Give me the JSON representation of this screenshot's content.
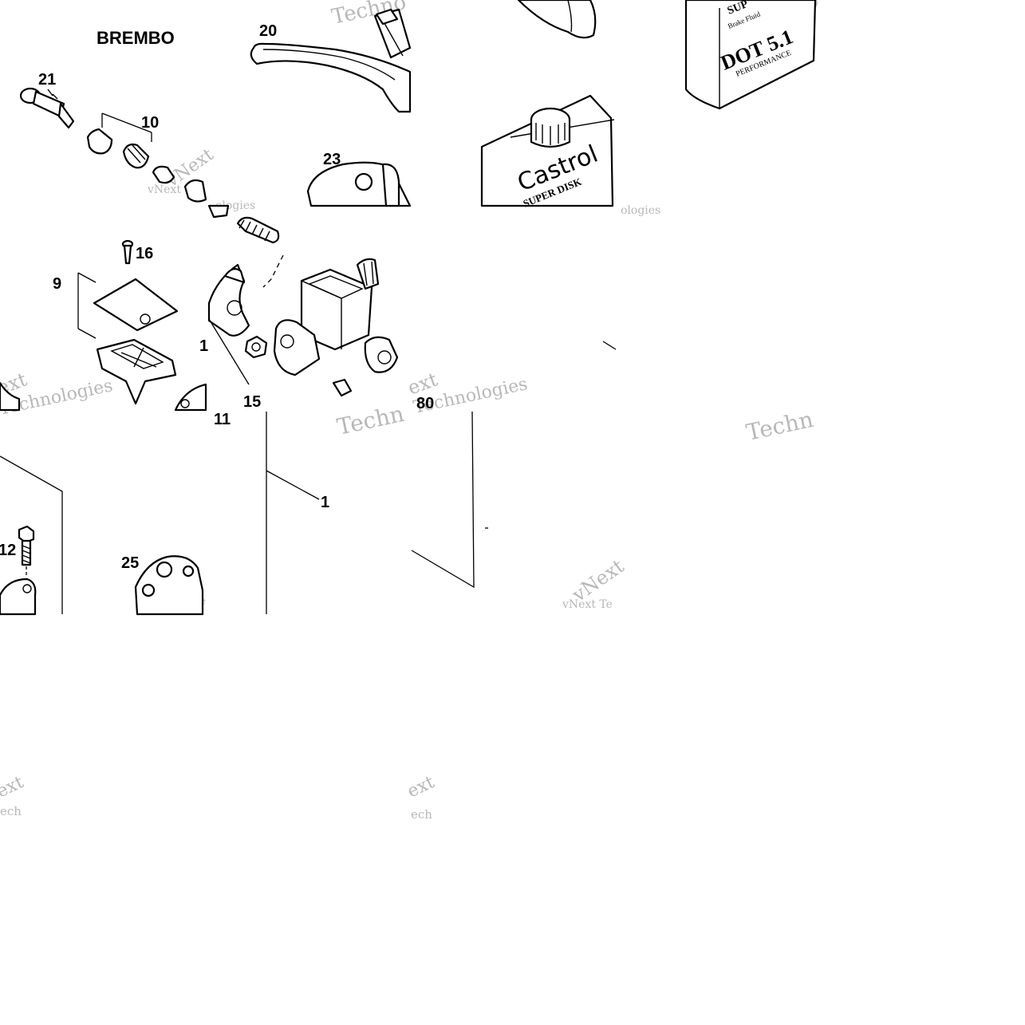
{
  "diagram": {
    "brand_label": "BREMBO",
    "callouts": {
      "c20": "20",
      "c21": "21",
      "c10": "10",
      "c23": "23",
      "c16": "16",
      "c9": "9",
      "c15": "15",
      "c11": "11",
      "c80": "80",
      "c1": "1",
      "c12": "12",
      "c25": "25",
      "c1b": "1"
    },
    "fluid_can_dot": {
      "line1": "SUP",
      "line2": "Brake Fluid",
      "line3": "DOT 5.1",
      "line4": "PERFORMANCE"
    },
    "fluid_can_castrol": {
      "brand": "Castrol",
      "line2": "SUPER DISK"
    },
    "watermarks": {
      "vnext": "vNext",
      "vnext_te": "vNext Te",
      "techno": "Techno",
      "technologies": "Technologies",
      "tech": "Techn",
      "ologies": "ologies",
      "ext": "ext",
      "ech": "ech"
    }
  }
}
